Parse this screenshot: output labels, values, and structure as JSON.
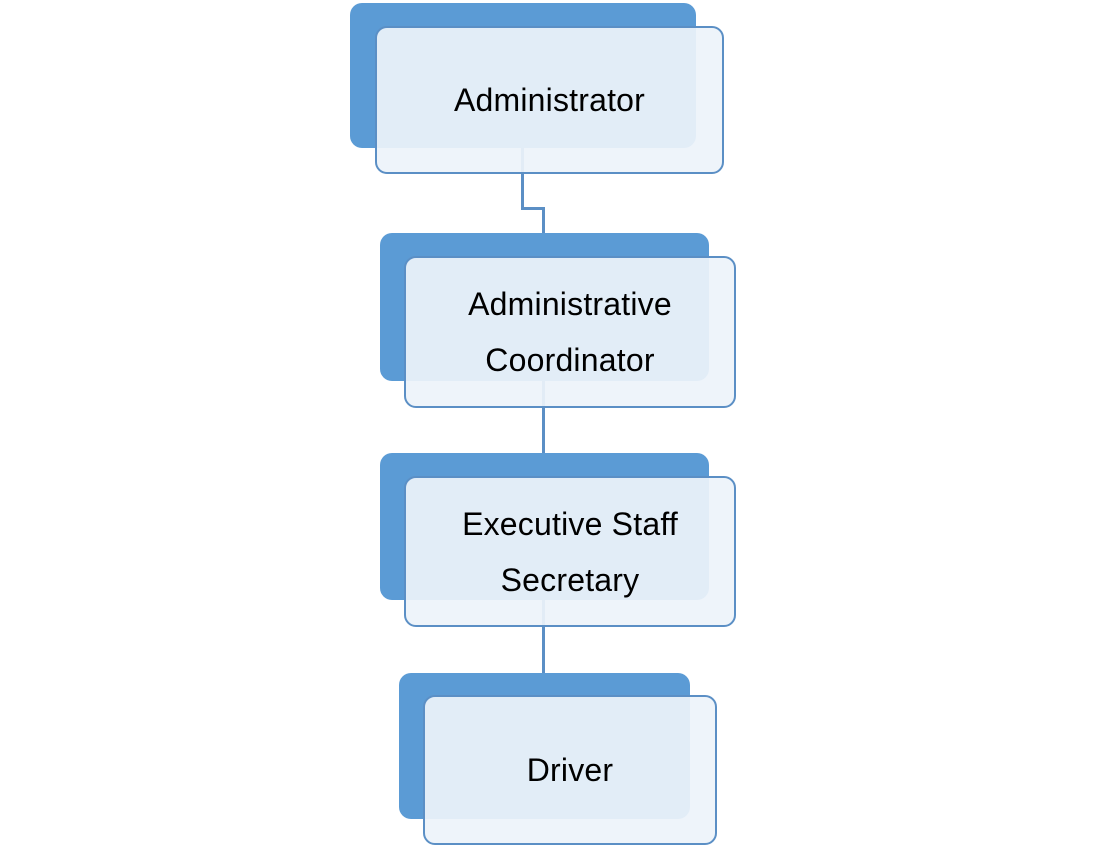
{
  "org_chart": {
    "nodes": [
      {
        "id": "administrator",
        "label": "Administrator"
      },
      {
        "id": "administrative-coordinator",
        "label": "Administrative Coordinator",
        "lines": [
          "Administrative",
          "Coordinator"
        ]
      },
      {
        "id": "executive-staff-secretary",
        "label": "Executive Staff Secretary",
        "lines": [
          "Executive Staff",
          "Secretary"
        ]
      },
      {
        "id": "driver",
        "label": "Driver"
      }
    ],
    "edges": [
      {
        "from": "administrator",
        "to": "administrative-coordinator"
      },
      {
        "from": "administrative-coordinator",
        "to": "executive-staff-secretary"
      },
      {
        "from": "executive-staff-secretary",
        "to": "driver"
      }
    ],
    "colors": {
      "back_fill": "#5b9bd5",
      "front_fill": "#edf3fa",
      "border": "#5b8fc5",
      "connector": "#5b8fc5",
      "text": "#000000"
    }
  }
}
